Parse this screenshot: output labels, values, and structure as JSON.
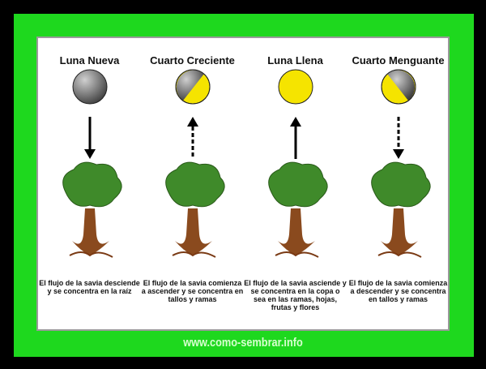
{
  "phases": [
    {
      "title": "Luna Nueva",
      "description": "El flujo de la savia desciende y se concentra en la raíz",
      "arrow": "down-solid"
    },
    {
      "title": "Cuarto Creciente",
      "description": "El flujo de la savia comienza a ascender y se concentra en tallos y ramas",
      "arrow": "up-dashed"
    },
    {
      "title": "Luna Llena",
      "description": "El flujo de la savia asciende y se concentra en la copa o sea en las ramas, hojas, frutas y flores",
      "arrow": "up-solid"
    },
    {
      "title": "Cuarto Menguante",
      "description": "El flujo de la savia comienza a descender y se concentra en tallos y ramas",
      "arrow": "down-dashed"
    }
  ],
  "footer": "www.como-sembrar.info",
  "colors": {
    "frame": "#1ed81e",
    "moon_yellow": "#f5e400",
    "moon_gray": "#8a8a8a",
    "foliage": "#3f8a2a",
    "trunk": "#8a4a1e"
  }
}
